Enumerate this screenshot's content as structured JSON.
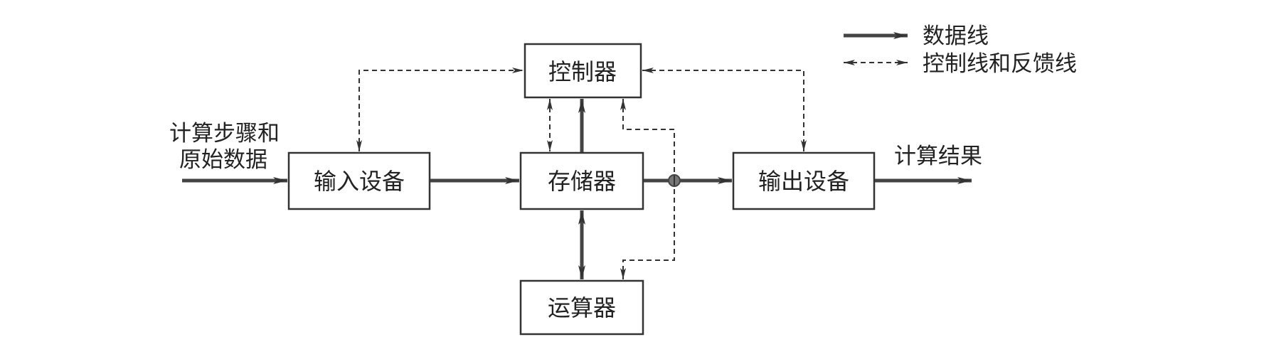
{
  "diagram": {
    "nodes": {
      "controller": "控制器",
      "input": "输入设备",
      "memory": "存储器",
      "output": "输出设备",
      "alu": "运算器"
    },
    "labels": {
      "input_line1": "计算步骤和",
      "input_line2": "原始数据",
      "result": "计算结果"
    },
    "legend": {
      "data_line": "数据线",
      "control_line": "控制线和反馈线"
    }
  }
}
